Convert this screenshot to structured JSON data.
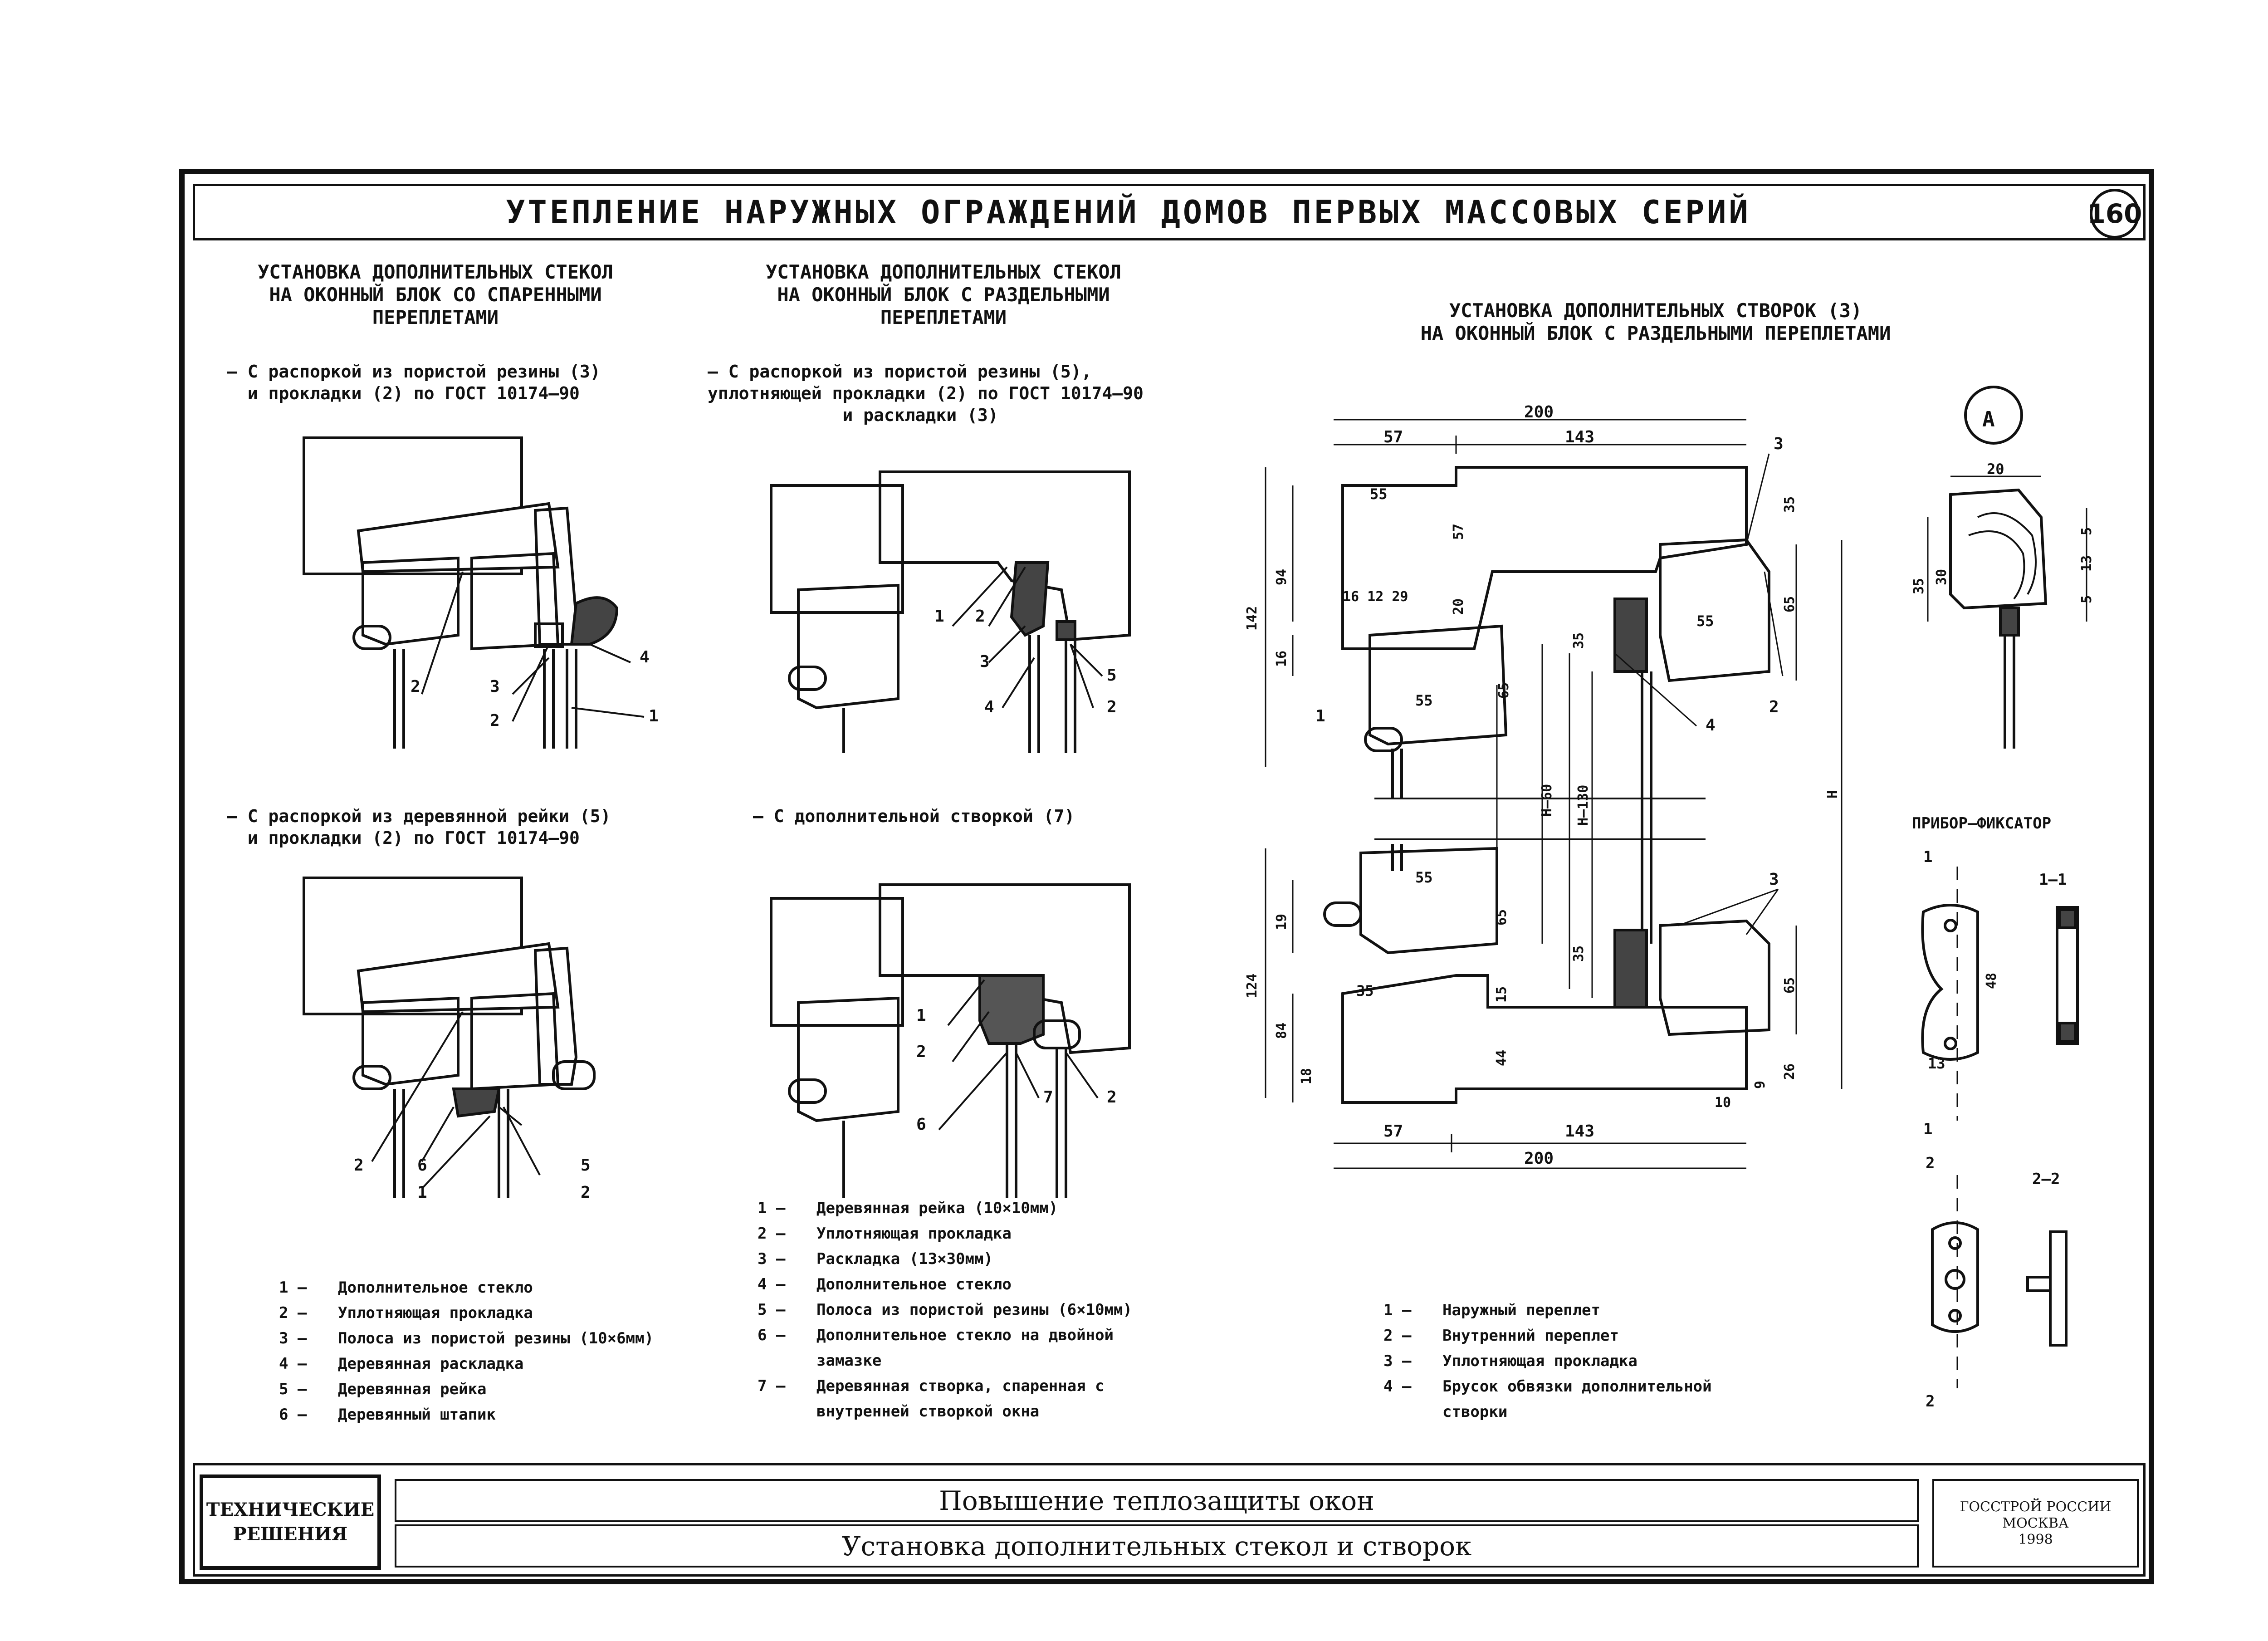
{
  "sheet": {
    "title": "УТЕПЛЕНИЕ НАРУЖНЫХ ОГРАЖДЕНИЙ ДОМОВ ПЕРВЫХ МАССОВЫХ СЕРИЙ",
    "number": "160"
  },
  "section1": {
    "heading": "УСТАНОВКА ДОПОЛНИТЕЛЬНЫХ СТЕКОЛ\nНА ОКОННЫЙ БЛОК СО СПАРЕННЫМИ\nПЕРЕПЛЕТАМИ",
    "variant_a": "– С распоркой из пористой резины (3)\n  и прокладки (2) по ГОСТ 10174–90",
    "variant_b": "– С распоркой из деревянной рейки (5)\n  и прокладки (2) по ГОСТ 10174–90",
    "legend": [
      {
        "num": "1  –",
        "text": "Дополнительное стекло"
      },
      {
        "num": "2  –",
        "text": "Уплотняющая прокладка"
      },
      {
        "num": "3  –",
        "text": "Полоса из пористой резины (10×6мм)"
      },
      {
        "num": "4  –",
        "text": "Деревянная раскладка"
      },
      {
        "num": "5  –",
        "text": "Деревянная рейка"
      },
      {
        "num": "6  –",
        "text": "Деревянный штапик"
      }
    ]
  },
  "section2": {
    "heading": "УСТАНОВКА ДОПОЛНИТЕЛЬНЫХ СТЕКОЛ\nНА ОКОННЫЙ БЛОК С РАЗДЕЛЬНЫМИ\nПЕРЕПЛЕТАМИ",
    "variant_a": "– С распоркой из пористой резины (5),\nуплотняющей прокладки (2) по ГОСТ 10174–90\n             и раскладки (3)",
    "variant_b": "– С дополнительной створкой (7)",
    "legend": [
      {
        "num": "1  –",
        "text": "Деревянная рейка (10×10мм)"
      },
      {
        "num": "2  –",
        "text": "Уплотняющая прокладка"
      },
      {
        "num": "3  –",
        "text": "Раскладка (13×30мм)"
      },
      {
        "num": "4  –",
        "text": "Дополнительное стекло"
      },
      {
        "num": "5  –",
        "text": "Полоса из пористой резины (6×10мм)"
      },
      {
        "num": "6  –",
        "text": "Дополнительное стекло на двойной"
      },
      {
        "num": "",
        "text": "замазке"
      },
      {
        "num": "7  –",
        "text": "Деревянная створка, спаренная с"
      },
      {
        "num": "",
        "text": "внутренней створкой окна"
      }
    ]
  },
  "section3": {
    "heading": "УСТАНОВКА ДОПОЛНИТЕЛЬНЫХ СТВОРОК (3)\nНА ОКОННЫЙ БЛОК С РАЗДЕЛЬНЫМИ ПЕРЕПЛЕТАМИ",
    "callout_a": "А",
    "fixator_title": "ПРИБОР–ФИКСАТОР",
    "section_1_1": "1–1",
    "section_2_2": "2–2",
    "legend": [
      {
        "num": "1  –",
        "text": "Наружный переплет"
      },
      {
        "num": "2  –",
        "text": "Внутренний переплет"
      },
      {
        "num": "3  –",
        "text": "Уплотняющая прокладка"
      },
      {
        "num": "4  –",
        "text": "Брусок обвязки дополнительной"
      },
      {
        "num": "",
        "text": "створки"
      }
    ]
  },
  "title_block": {
    "category": "ТЕХНИЧЕСКИЕ\nРЕШЕНИЯ",
    "line1": "Повышение теплозащиты окон",
    "line2": "Установка дополнительных стекол и створок",
    "org": "ГОССТРОЙ РОССИИ\nМОСКВА\n1998"
  }
}
